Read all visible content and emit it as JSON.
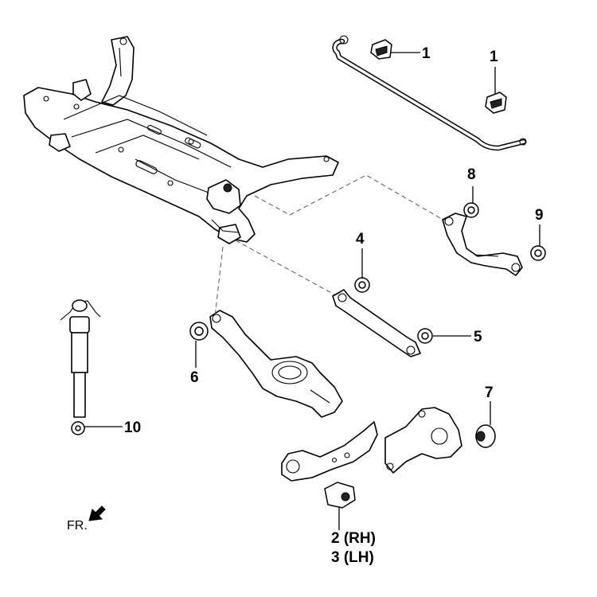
{
  "callouts": {
    "c1a": "1",
    "c1b": "1",
    "c4": "4",
    "c5": "5",
    "c6": "6",
    "c7": "7",
    "c8": "8",
    "c9": "9",
    "c10": "10",
    "c2": "2 (RH)",
    "c3": "3 (LH)"
  },
  "direction": {
    "label": "FR.",
    "icon": "arrow-down-left-icon"
  }
}
